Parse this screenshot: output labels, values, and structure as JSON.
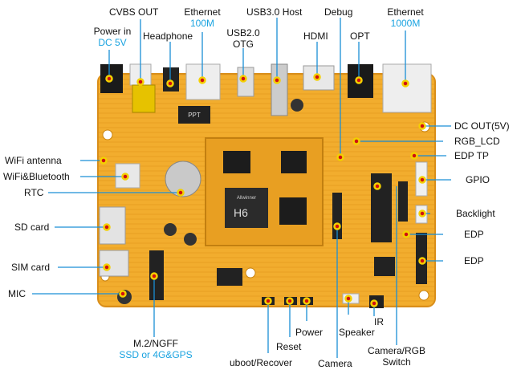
{
  "labels": {
    "cvbs_out": "CVBS OUT",
    "ethernet_100m": "Ethernet",
    "ethernet_100m_speed": "100M",
    "usb30_host": "USB3.0 Host",
    "debug": "Debug",
    "ethernet_1000m": "Ethernet",
    "ethernet_1000m_speed": "1000M",
    "power_in": "Power in",
    "power_in_voltage": "DC 5V",
    "headphone": "Headphone",
    "usb20_otg_line1": "USB2.0",
    "usb20_otg_line2": "OTG",
    "hdmi": "HDMI",
    "opt": "OPT",
    "dc_out": "DC OUT(5V)",
    "rgb_lcd": "RGB_LCD",
    "edp_tp": "EDP TP",
    "wifi_antenna": "WiFi antenna",
    "wifi_bluetooth": "WiFi&Bluetooth",
    "gpio": "GPIO",
    "rtc": "RTC",
    "backlight": "Backlight",
    "sd_card": "SD card",
    "edp_1": "EDP",
    "edp_2": "EDP",
    "sim_card": "SIM card",
    "mic": "MIC",
    "m2_ngff": "M.2/NGFF",
    "m2_ngff_note": "SSD or 4G&GPS",
    "power_btn": "Power",
    "speaker": "Speaker",
    "ir": "IR",
    "reset": "Reset",
    "camera_rgb_switch_line1": "Camera/RGB",
    "camera_rgb_switch_line2": "Switch",
    "uboot_recover": "uboot/Recover",
    "camera": "Camera"
  },
  "board": {
    "soc_logo": "Allwinner",
    "soc_model": "H6",
    "ppt_chip": "PPT"
  },
  "colors": {
    "pcb": "#f2ad2e",
    "pcb_dark": "#d98e1a",
    "callout_line": "#1a8fd6",
    "dot_outer": "#f4d000",
    "dot_inner": "#d01010",
    "label_accent": "#1aa3e0"
  }
}
